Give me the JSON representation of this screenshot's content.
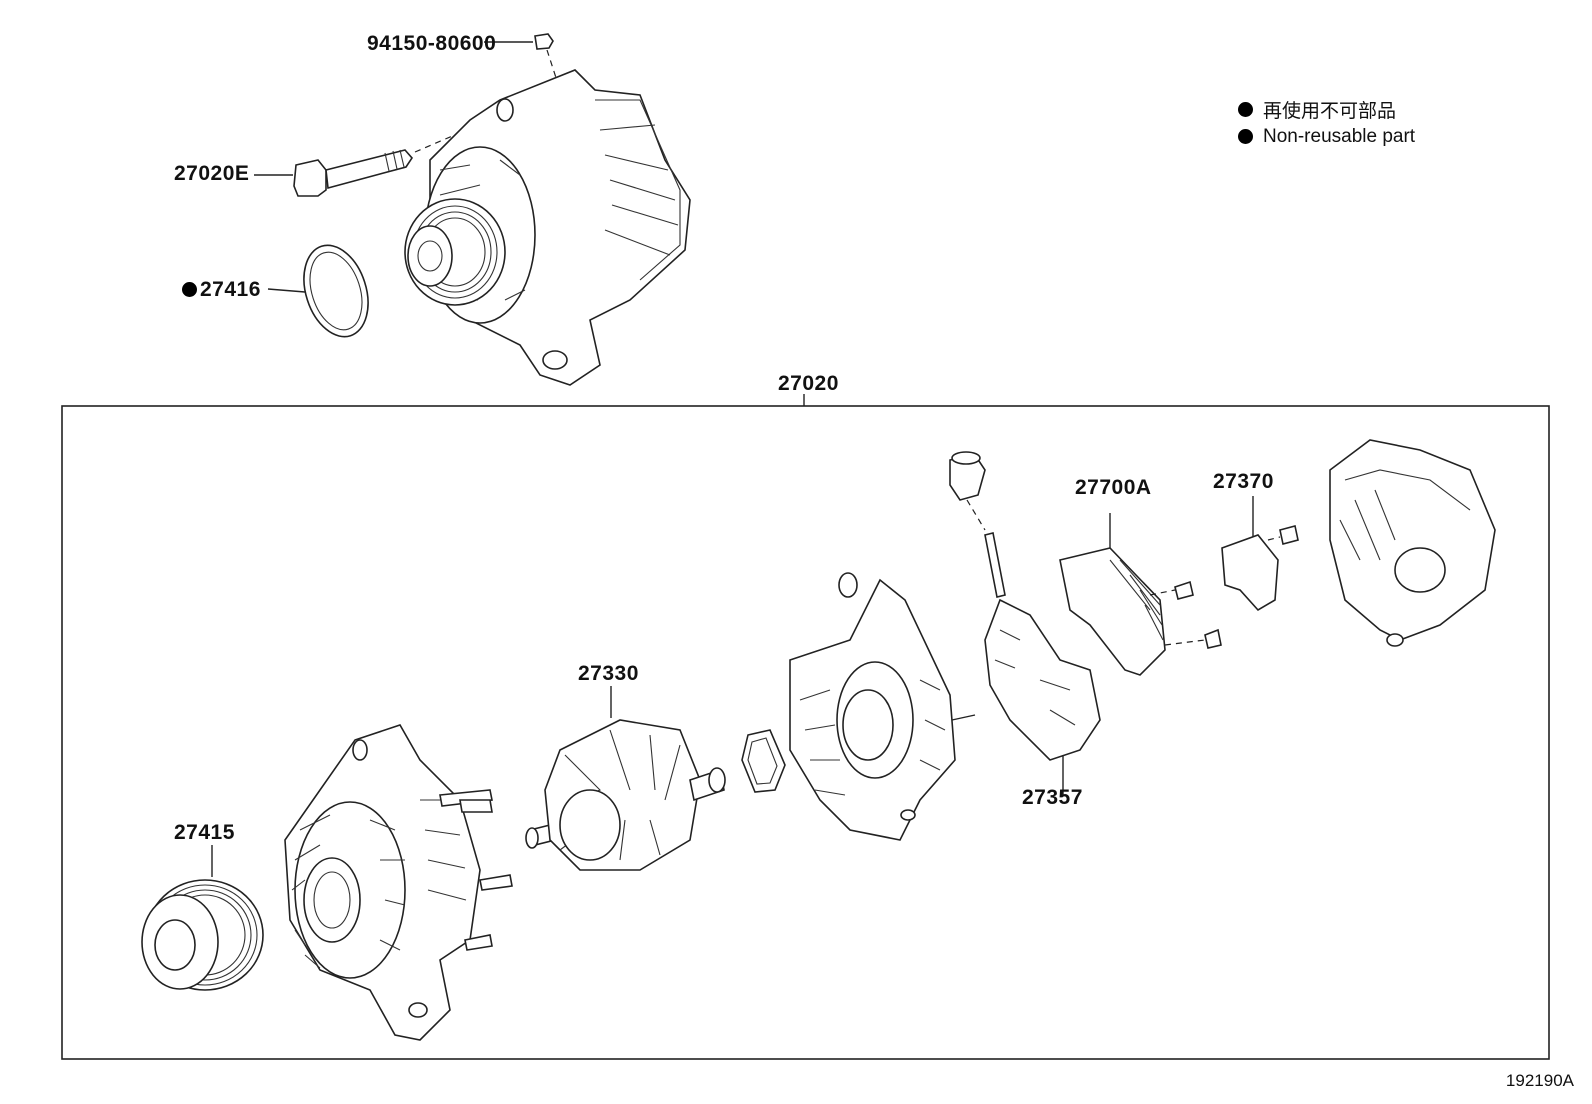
{
  "legend": {
    "items": [
      {
        "label": "再使用不可部品"
      },
      {
        "label": "Non-reusable part"
      }
    ]
  },
  "parts": {
    "nut": "94150-80600",
    "bolt": "27020E",
    "gasket": "27416",
    "assembly": "27020",
    "pulley": "27415",
    "rotor": "27330",
    "regulator": "27700A",
    "brush_holder": "27357",
    "terminal": "27370"
  },
  "reference_code": "192190A"
}
